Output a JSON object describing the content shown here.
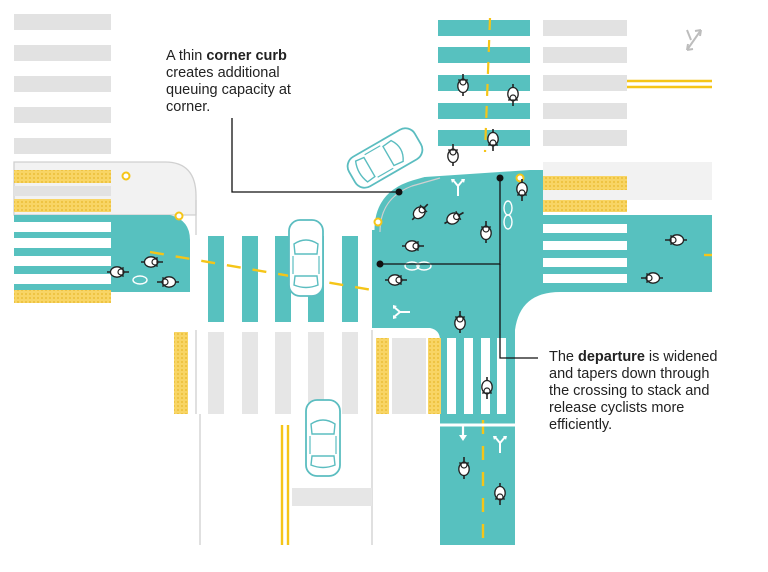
{
  "callouts": {
    "corner": {
      "prefix": "A thin ",
      "bold": "corner curb",
      "suffix": " creates additional queuing capacity at corner."
    },
    "departure": {
      "prefix": "The ",
      "bold": "departure",
      "suffix": " is widened and tapers down through the crossing to stack and release cyclists more efficiently."
    }
  },
  "colors": {
    "teal": "#57c1bf",
    "road": "#ffffff",
    "paving": "#e6e6e6",
    "curb": "#c8c8c8",
    "yellow": "#f5c518",
    "tactile": "#f8d565",
    "leader": "#111111",
    "vehicle": "#5bbdc0",
    "arrow": "#ffffff"
  },
  "icons": {
    "compass": "north-arrow-icon",
    "cyclist": "cyclist-icon",
    "car": "car-icon",
    "bike_marking": "bike-lane-symbol-icon",
    "turn_arrow": "turn-arrow-icon"
  }
}
